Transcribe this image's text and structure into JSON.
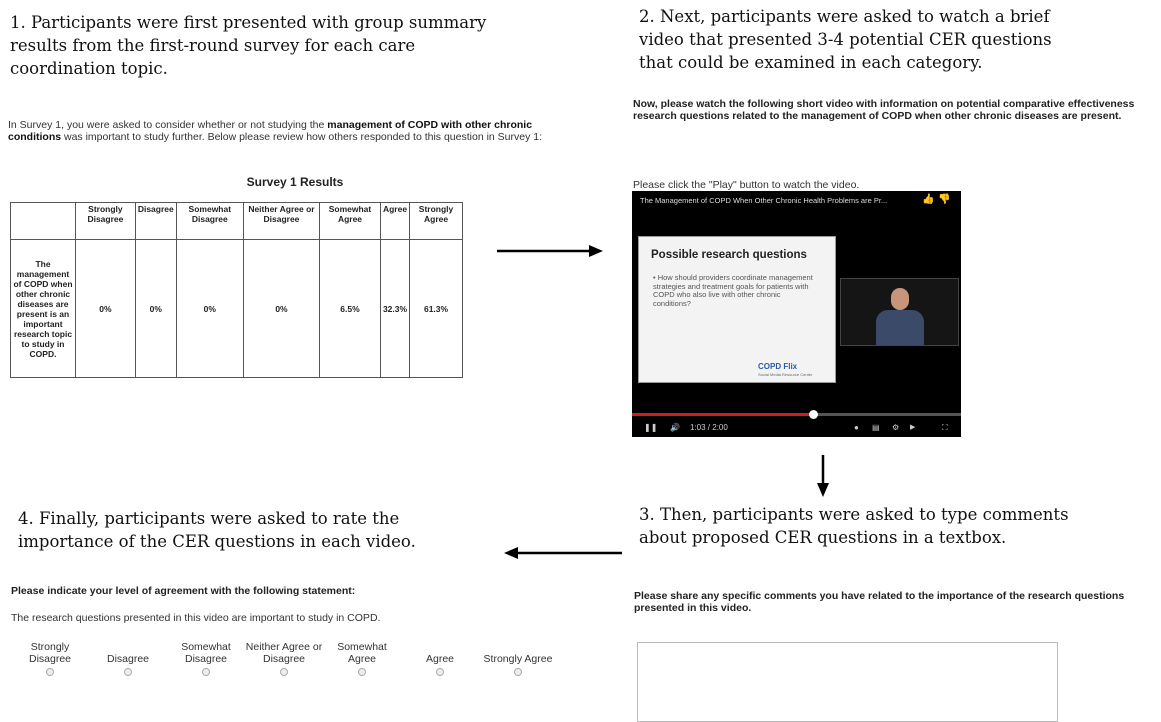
{
  "steps": {
    "step1": "1.  Participants were first presented with group summary results from the first-round survey for each care coordination topic.",
    "step2": "2. Next, participants were asked to watch a brief video that presented 3-4 potential CER questions that could be examined in each category.",
    "step3": "3. Then, participants were asked to type comments about proposed CER questions in a textbox.",
    "step4": "4. Finally, participants were asked to rate the importance of the CER questions in each video."
  },
  "panel1": {
    "intro_pre": "In Survey 1, you were asked to consider whether or not studying the ",
    "intro_bold": "management of COPD with other chronic conditions",
    "intro_post": " was important to study further. Below please review how others responded to this question in Survey 1:",
    "table_title": "Survey 1 Results",
    "columns": [
      "Strongly Disagree",
      "Disagree",
      "Somewhat Disagree",
      "Neither Agree or Disagree",
      "Somewhat Agree",
      "Agree",
      "Strongly Agree"
    ],
    "row_label": "The management of COPD when other chronic diseases are present is an important research topic to study in COPD.",
    "values": [
      "0%",
      "0%",
      "0%",
      "0%",
      "6.5%",
      "32.3%",
      "61.3%"
    ]
  },
  "panel2": {
    "intro": "Now, please watch the following short video with information on potential comparative effectiveness research questions related to the management of COPD when other chronic diseases are present.",
    "play_text": "Please click the \"Play\" button to watch the video.",
    "video": {
      "title": "The Management of COPD When Other Chronic Health Problems are Pr...",
      "slide_title": "Possible research questions",
      "slide_bullet": "• How should providers coordinate management strategies and treatment goals for patients with COPD who also live with other chronic conditions?",
      "logo": "COPD Flix",
      "logo_sub": "Social Media Resource Center",
      "time": "1:03 / 2:00",
      "progress": 0.55
    }
  },
  "panel3": {
    "intro": "Please share any specific comments you have related to the importance of the research questions presented in this video."
  },
  "panel4": {
    "intro": "Please indicate your level of agreement with the following statement:",
    "statement": "The research questions presented in this video are important to study in COPD.",
    "options": [
      "Strongly Disagree",
      "Disagree",
      "Somewhat Disagree",
      "Neither Agree or Disagree",
      "Somewhat Agree",
      "Agree",
      "Strongly Agree"
    ]
  }
}
